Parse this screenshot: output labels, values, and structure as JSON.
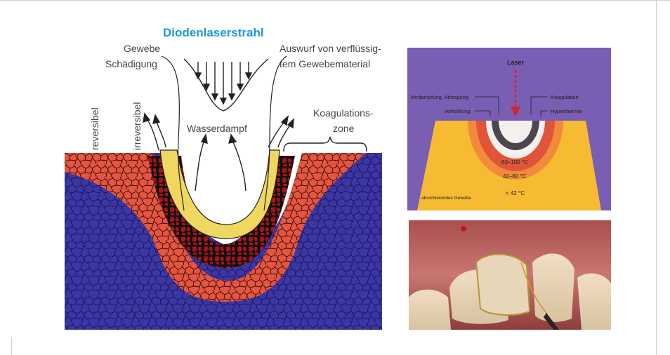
{
  "diagram": {
    "title": "Diodenlaserstrahl",
    "labels": {
      "damage_line1": "Gewebe",
      "damage_line2": "Schädigung",
      "ejection_line1": "Auswurf von verflüssig-",
      "ejection_line2": "tem Gewebematerial",
      "reversible": "reversibel",
      "irreversible": "irreversibel",
      "steam": "Wasserdampf",
      "coag_line1": "Koagulations-",
      "coag_line2": "zone"
    },
    "colors": {
      "title": "#1a9ad6",
      "deep_tissue": "#3b36a3",
      "coag_zone": "#e5553f",
      "carbon_zone": "#a3141a",
      "vapor_zone": "#f0d860",
      "cell_lines": "#111111"
    }
  },
  "inset": {
    "laser": "Laser",
    "vaporization": "Verdampfung, Abtragung",
    "carbonization": "Verkohlung",
    "coagulation": "Koagulation",
    "hyperthermia": "Hyperthermie",
    "temp1": "60–100 °C",
    "temp2": "42–60 °C",
    "temp3": "< 42 °C",
    "absorbing": "absorbierendes Gewebe",
    "colors": {
      "background": "#7a5eb3",
      "tissue": "#f6bb32",
      "hyper": "#f28a3c",
      "coag": "#e0553a",
      "white": "#f3f1ee",
      "char": "#4d4650",
      "laser_arrow": "#d8212c"
    }
  },
  "photo": {
    "icon": "dental-laser-photo"
  }
}
